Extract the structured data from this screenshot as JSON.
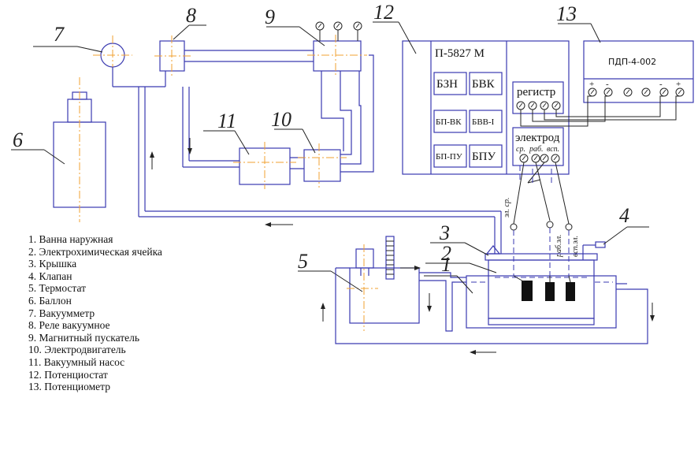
{
  "numbers": {
    "n1": "1",
    "n2": "2",
    "n3": "3",
    "n4": "4",
    "n5": "5",
    "n6": "6",
    "n7": "7",
    "n8": "8",
    "n9": "9",
    "n10": "10",
    "n11": "11",
    "n12": "12",
    "n13": "13"
  },
  "potentiostat": {
    "model": "П-5827 М",
    "blocks": [
      "БЗН",
      "БВК",
      "БП-ВК",
      "БВВ-I",
      "БП-ПУ",
      "БПУ"
    ],
    "register_label": "регистр",
    "electrode_label": "электрод",
    "electrode_terminals": [
      "ср.",
      "раб.",
      "всп."
    ]
  },
  "potentiometer": {
    "model": "ПДП-4-002",
    "polarity": [
      "+",
      "-",
      "-",
      "+"
    ]
  },
  "wire_labels": [
    "эл. ср.",
    "раб.эл.",
    "всп.эл."
  ],
  "legend": [
    "1. Ванна наружная",
    "2. Электрохимическая ячейка",
    "3. Крышка",
    "4. Клапан",
    "5. Термостат",
    "6. Баллон",
    "7. Вакуумметр",
    "8. Реле вакуумное",
    "9. Магнитный пускатель",
    "10. Электродвигатель",
    "11. Вакуумный насос",
    "12. Потенциостат",
    "13. Потенциометр"
  ]
}
